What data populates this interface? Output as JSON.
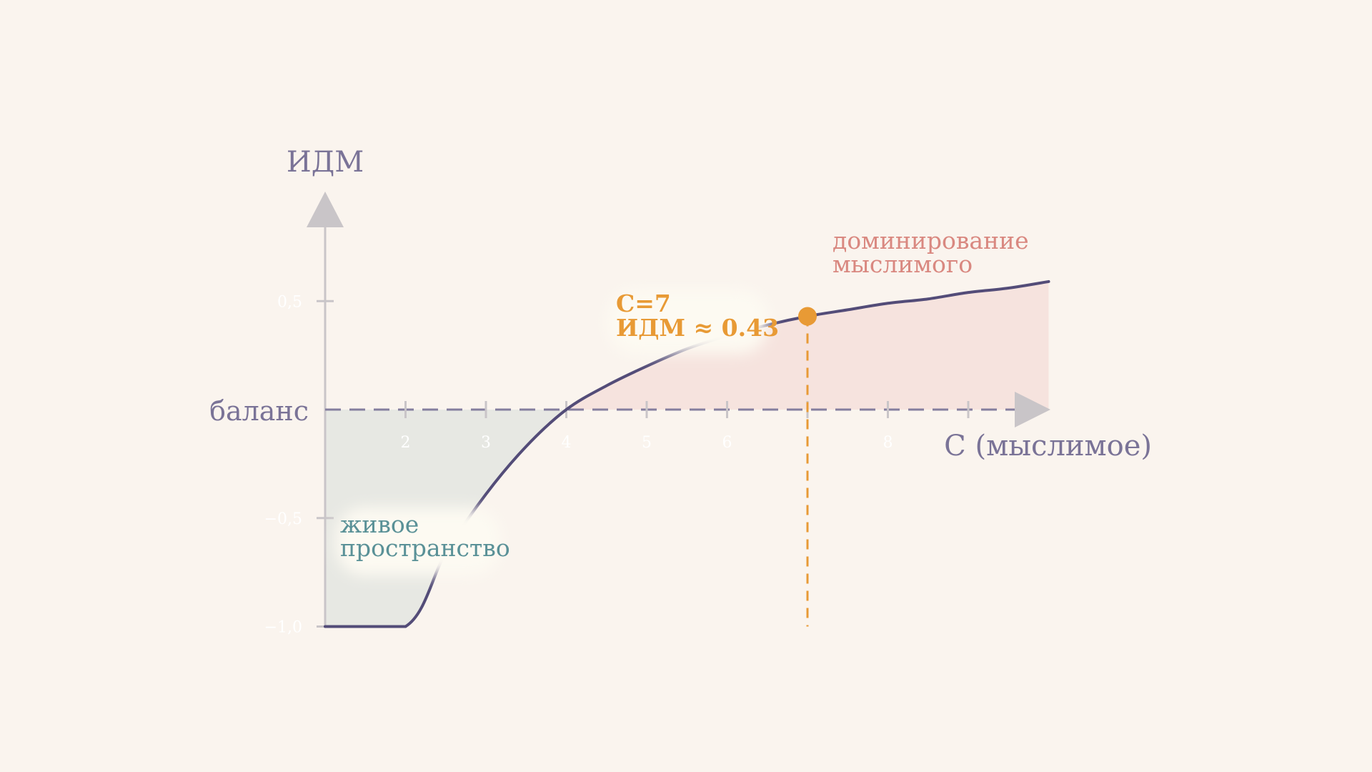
{
  "colors": {
    "background": "#faf4ee",
    "curve": "#534c78",
    "axis": "#c9c5c8",
    "baseline": "#847e9e",
    "label": "#7a7397",
    "left_fill": "#e6e7e1",
    "right_fill": "#f5e2dc",
    "highlight": "#e89a35",
    "left_label": "#5a9197",
    "right_label": "#d98880",
    "tick_label": "#ffffff"
  },
  "chart_data": {
    "type": "line",
    "xlabel": "C (мыслимое)",
    "ylabel": "ИДМ",
    "baseline_label": "баланс",
    "xlim": [
      1,
      10
    ],
    "ylim": [
      -1.0,
      0.5
    ],
    "x_ticks": [
      {
        "value": 2,
        "label": "2"
      },
      {
        "value": 3,
        "label": "3"
      },
      {
        "value": 4,
        "label": "4"
      },
      {
        "value": 5,
        "label": "5"
      },
      {
        "value": 6,
        "label": "6"
      },
      {
        "value": 7,
        "label": ""
      },
      {
        "value": 8,
        "label": "8"
      },
      {
        "value": 9,
        "label": ""
      }
    ],
    "y_ticks": [
      {
        "value": 0.5,
        "label": "0,5"
      },
      {
        "value": -0.5,
        "label": "−0,5"
      },
      {
        "value": -1.0,
        "label": "−1,0"
      }
    ],
    "series": [
      {
        "x": [
          1,
          2,
          2.5,
          3,
          3.5,
          4,
          4.5,
          5,
          5.5,
          6,
          6.5,
          7,
          7.5,
          8,
          8.5,
          9,
          9.5,
          10
        ],
        "y": [
          -1.0,
          -1.0,
          -0.66,
          -0.39,
          -0.17,
          0.0,
          0.11,
          0.2,
          0.28,
          0.34,
          0.39,
          0.43,
          0.46,
          0.49,
          0.51,
          0.54,
          0.56,
          0.59
        ]
      }
    ],
    "highlight": {
      "x": 7,
      "y": 0.43,
      "line1": "C=7",
      "line2": "ИДМ ≈ 0.43"
    },
    "regions": {
      "left_label": [
        "живое",
        "пространство"
      ],
      "right_label": [
        "доминирование",
        "мыслимого"
      ]
    }
  }
}
